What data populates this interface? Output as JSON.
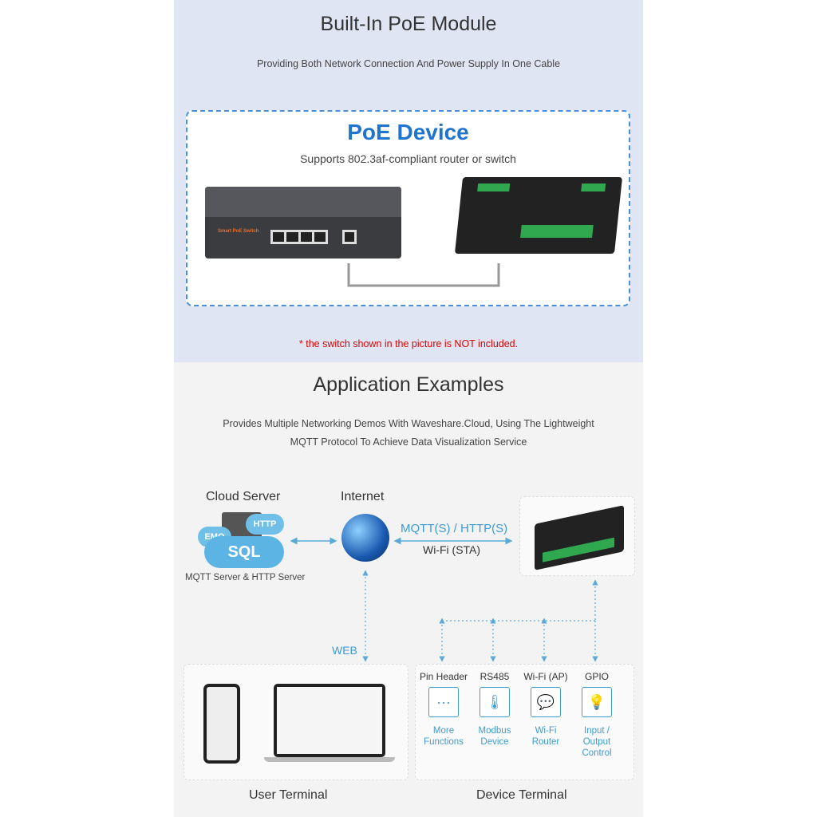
{
  "poe_section": {
    "title": "Built-In PoE Module",
    "subtitle": "Providing Both Network Connection And Power Supply In One Cable",
    "device_title": "PoE Device",
    "device_subtitle": "Supports 802.3af-compliant router or switch",
    "switch_label": "Smart PoE Switch",
    "note": "* the switch shown in the picture is NOT included."
  },
  "app_section": {
    "title": "Application Examples",
    "subtitle_line1": "Provides Multiple Networking Demos With Waveshare.Cloud, Using The Lightweight",
    "subtitle_line2": "MQTT Protocol To Achieve Data Visualization Service",
    "cloud_server": "Cloud Server",
    "cloud_tags": [
      "EMQ",
      "HTTP",
      "SQL"
    ],
    "cloud_caption": "MQTT Server & HTTP Server",
    "internet": "Internet",
    "protocol": "MQTT(S) / HTTP(S)",
    "wifi_mode": "Wi-Fi (STA)",
    "web": "WEB",
    "user_terminal": "User Terminal",
    "device_terminal": "Device Terminal",
    "interfaces": [
      {
        "label": "Pin Header",
        "icon": "ellipsis-icon",
        "glyph": "···",
        "caption1": "More",
        "caption2": "Functions"
      },
      {
        "label": "RS485",
        "icon": "thermometer-icon",
        "glyph": "🌡",
        "caption1": "Modbus",
        "caption2": "Device"
      },
      {
        "label": "Wi-Fi (AP)",
        "icon": "chat-bubble-icon",
        "glyph": "💬",
        "caption1": "Wi-Fi",
        "caption2": "Router"
      },
      {
        "label": "GPIO",
        "icon": "lightbulb-icon",
        "glyph": "💡",
        "caption1": "Input / Output",
        "caption2": "Control"
      }
    ]
  },
  "colors": {
    "accent": "#2a86d0",
    "note_red": "#e00000",
    "top_bg": "#dfe5f3",
    "bottom_bg": "#f3f3f3"
  }
}
